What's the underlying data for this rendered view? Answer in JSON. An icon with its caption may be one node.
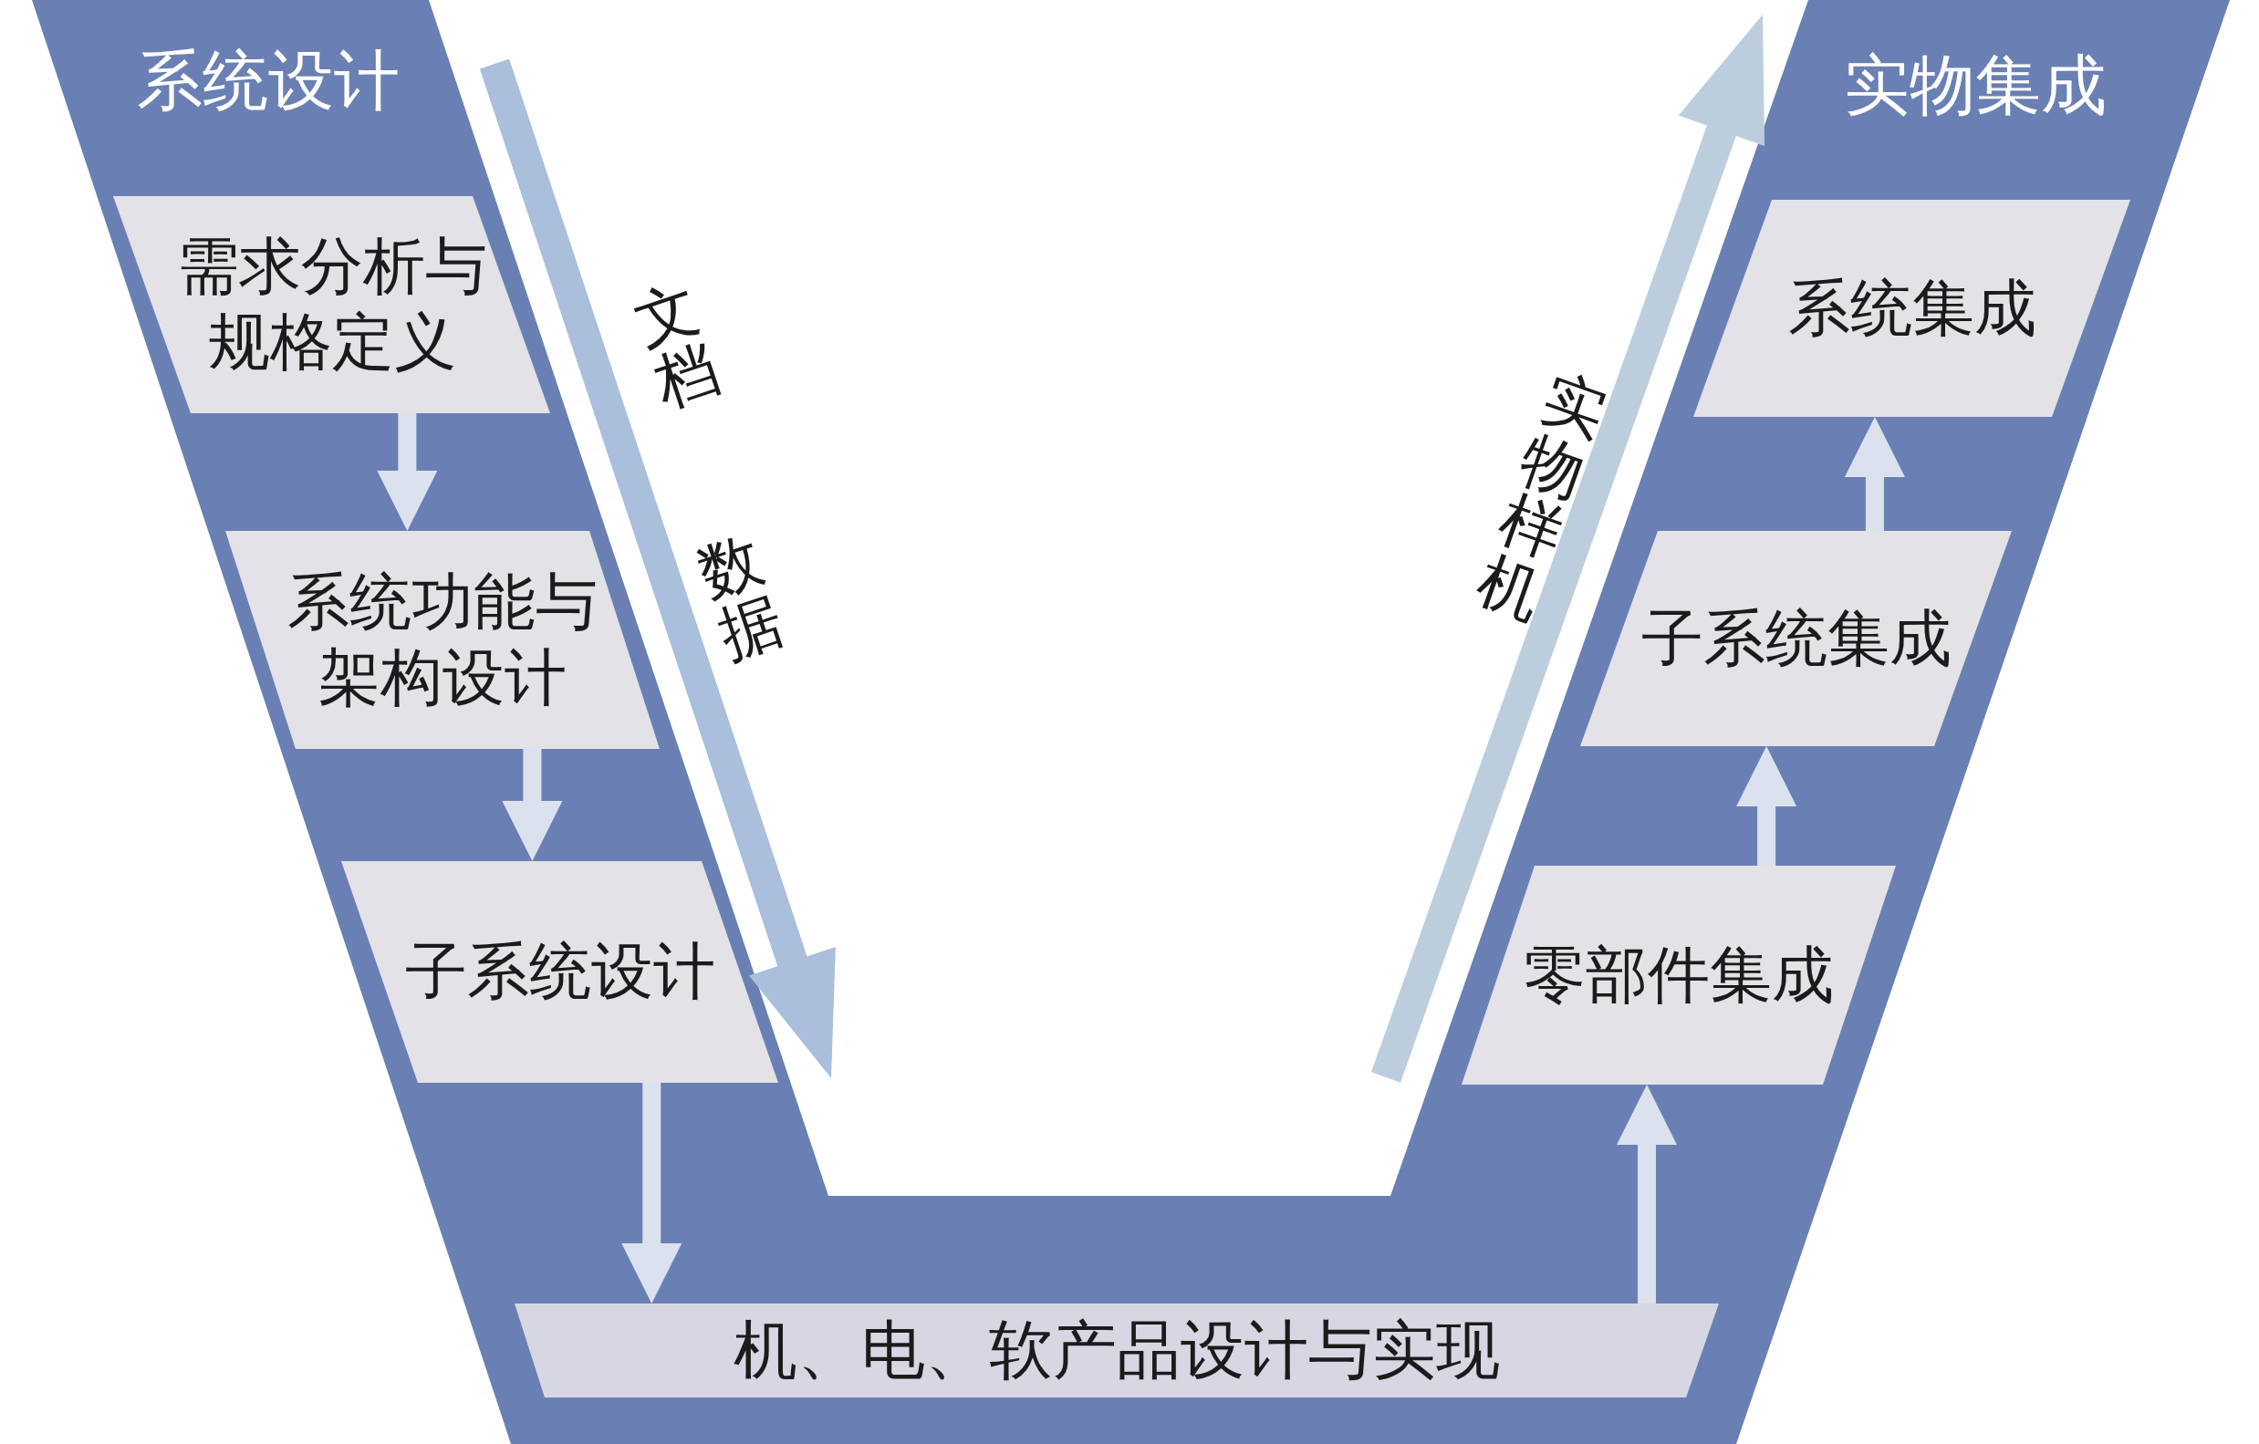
{
  "diagram": {
    "nodes": [
      {
        "text": [
          "系统设计"
        ]
      },
      {
        "text": [
          "需求分析与规格定义"
        ],
        "in": 0
      },
      {
        "text": [
          "系统功能与架构设计"
        ],
        "in": 0
      },
      {
        "text": [
          "子系统设计"
        ],
        "in": 0
      },
      {
        "text": [
          "实物集成"
        ]
      },
      {
        "text": [
          "系统集成"
        ],
        "in": 4
      },
      {
        "text": [
          "子系统集成"
        ],
        "in": 4
      },
      {
        "text": [
          "零部件集成"
        ],
        "in": 4
      },
      {
        "text": [
          "机、电、软产品设计与实现"
        ]
      }
    ],
    "edges": [
      {
        "from": 1,
        "to": 2,
        "arrow": "to"
      },
      {
        "from": 2,
        "to": 3,
        "arrow": "to"
      },
      {
        "from": 3,
        "to": 8,
        "arrow": "to"
      },
      {
        "from": 8,
        "to": 7,
        "arrow": "to"
      },
      {
        "from": 7,
        "to": 6,
        "arrow": "to"
      },
      {
        "from": 6,
        "to": 5,
        "arrow": "to"
      }
    ],
    "labels": [
      "文档",
      "数据",
      "实物样机"
    ]
  }
}
